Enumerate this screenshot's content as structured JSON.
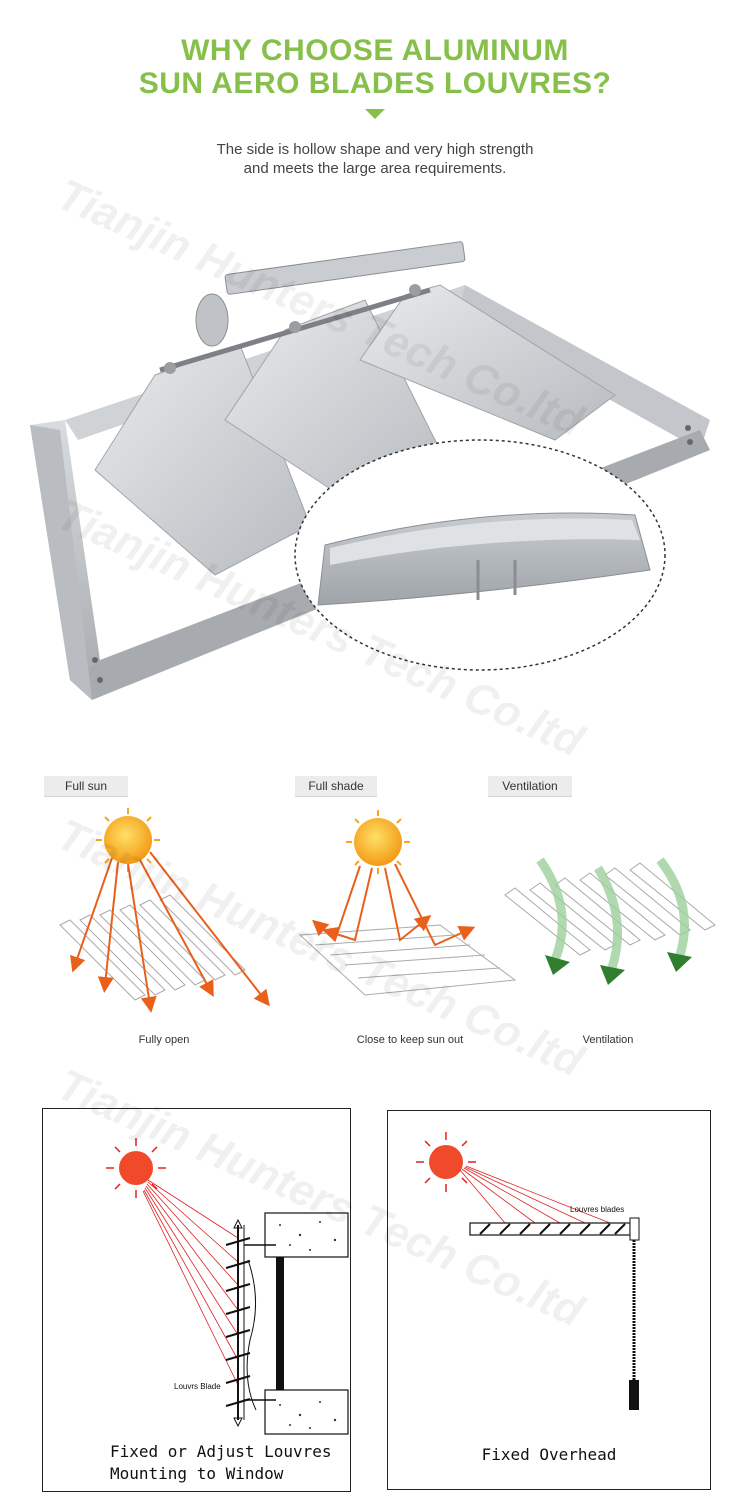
{
  "header": {
    "title_line1": "WHY CHOOSE ALUMINUM",
    "title_line2": "SUN AERO BLADES LOUVRES?",
    "subtitle_line1": "The side is hollow shape and very high strength",
    "subtitle_line2": "and meets the large area requirements."
  },
  "modes": [
    {
      "tab": "Full sun",
      "caption": "Fully open"
    },
    {
      "tab": "Full shade",
      "caption": "Close to keep sun out"
    },
    {
      "tab": "Ventilation",
      "caption": "Ventilation"
    }
  ],
  "diagrams": {
    "left": {
      "blade_label": "Louvrs Blade",
      "caption_line1": "Fixed or Adjust Louvres",
      "caption_line2": "Mounting to Window"
    },
    "right": {
      "blade_label": "Louvres blades",
      "caption": "Fixed Overhead"
    }
  },
  "watermark": "Tianjin Hunters Tech Co.ltd",
  "colors": {
    "accent": "#86c04a",
    "sun": "#f5a623",
    "arrow_orange": "#e8601c",
    "arrow_green": "#3a8a3a",
    "ray_red": "#e02020"
  }
}
